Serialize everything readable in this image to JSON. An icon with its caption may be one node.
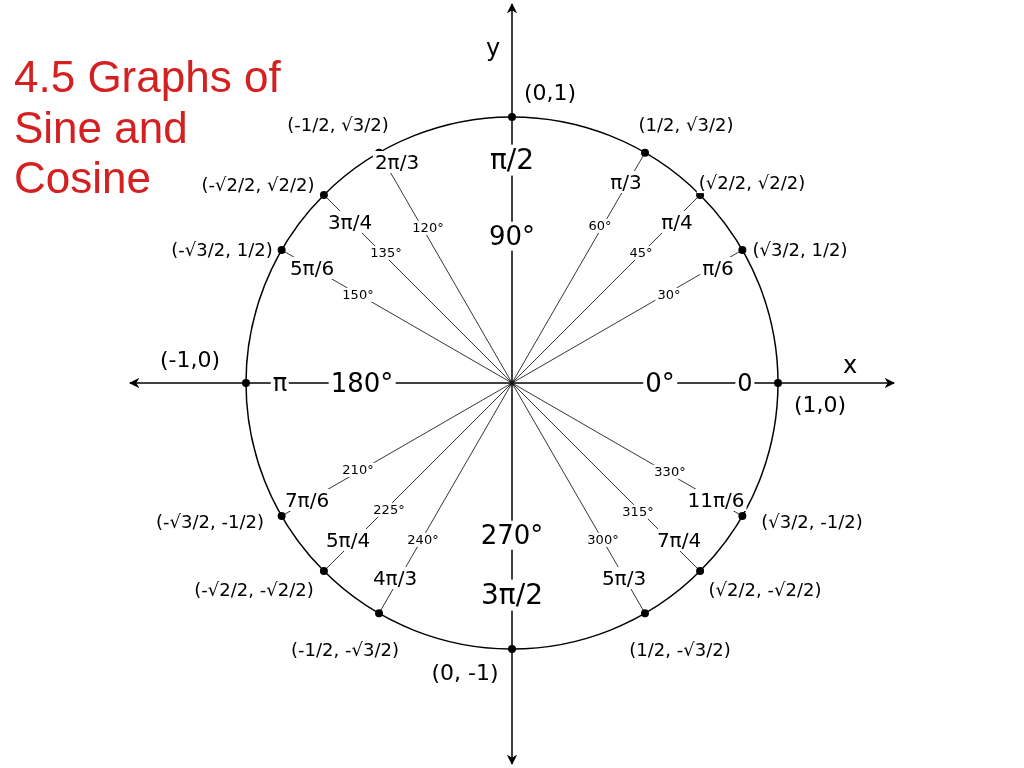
{
  "diagram": {
    "title": "4.5 Graphs of Sine and Cosine",
    "labels": [
      "y",
      "(0,1)",
      "(-1/2, √3/2)",
      "(1/2, √3/2)",
      "π/2",
      "2π/3",
      "(-√2/2, √2/2)",
      "π/3",
      "(√2/2, √2/2)",
      "3π/4",
      "π/4",
      "90°",
      "120°",
      "60°",
      "(-√3/2, 1/2)",
      "(√3/2, 1/2)",
      "135°",
      "45°",
      "5π/6",
      "π/6",
      "150°",
      "30°",
      "x",
      "(-1,0)",
      "π",
      "180°",
      "0°",
      "0",
      "(1,0)",
      "210°",
      "330°",
      "7π/6",
      "11π/6",
      "(-√3/2, -1/2)",
      "(√3/2, -1/2)",
      "225°",
      "315°",
      "5π/4",
      "7π/4",
      "240°",
      "300°",
      "270°",
      "(-√2/2, -√2/2)",
      "(√2/2, -√2/2)",
      "4π/3",
      "5π/3",
      "3π/2",
      "(-1/2, -√3/2)",
      "(1/2, -√3/2)",
      "(0, -1)"
    ]
  }
}
